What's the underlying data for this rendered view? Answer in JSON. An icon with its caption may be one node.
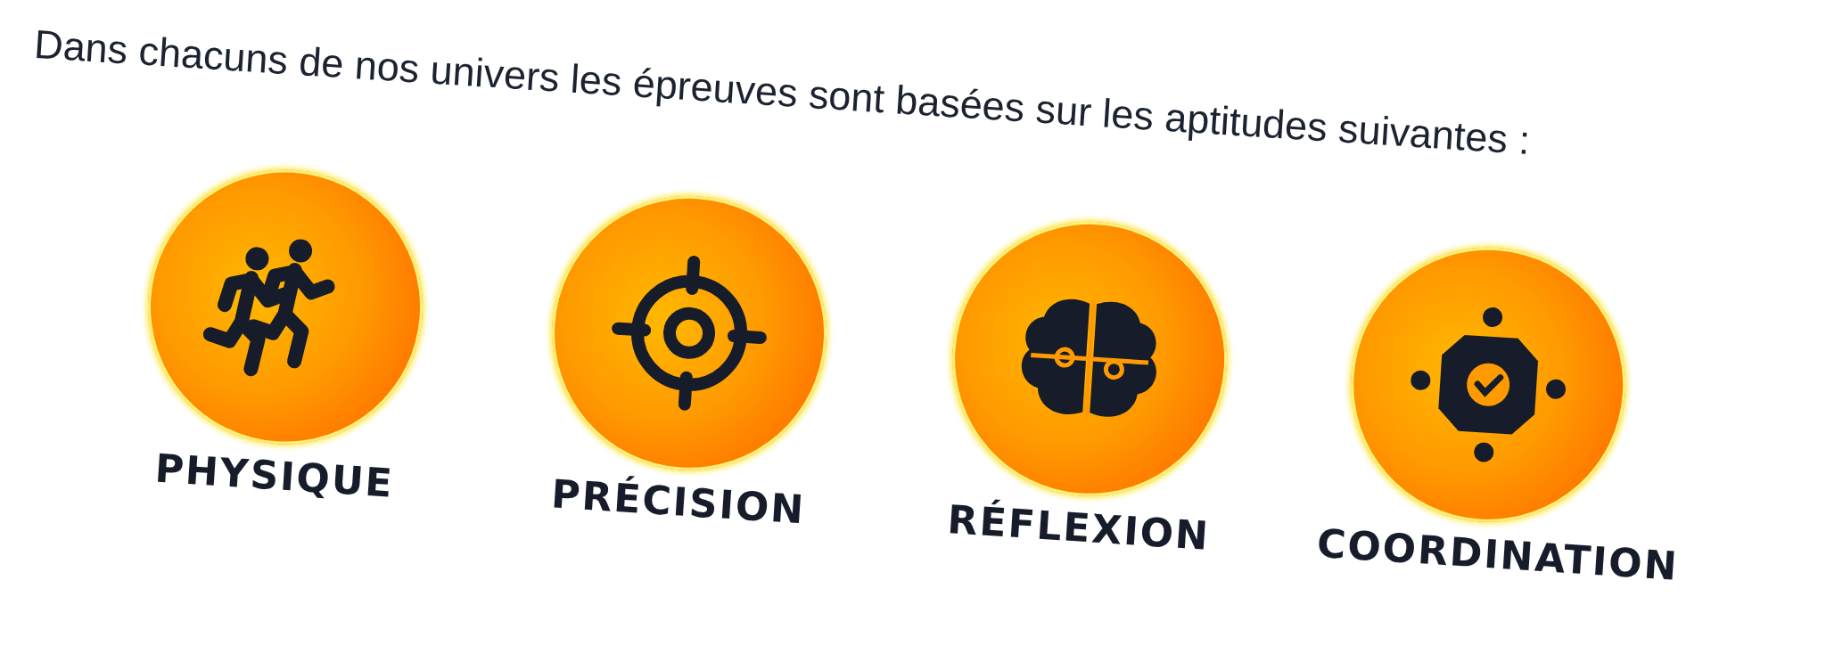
{
  "diagram": {
    "title": "Dans chacuns de nos univers les épreuves sont basées sur les aptitudes suivantes :",
    "nodes": [
      {
        "text": [
          "PHYSIQUE"
        ]
      },
      {
        "text": [
          "PRÉCISION"
        ]
      },
      {
        "text": [
          "RÉFLEXION"
        ]
      },
      {
        "text": [
          "COORDINATION"
        ]
      }
    ]
  }
}
